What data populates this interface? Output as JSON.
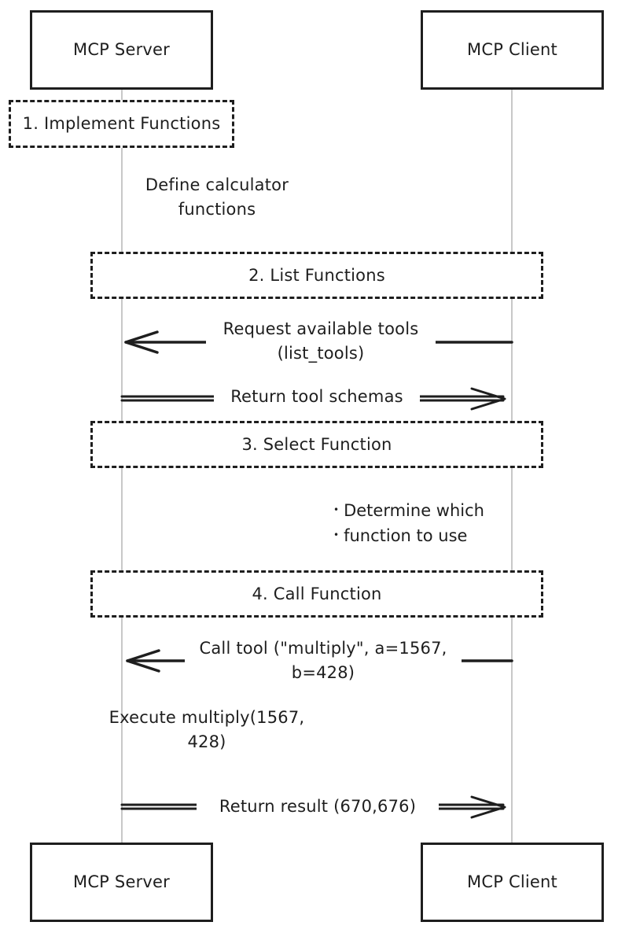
{
  "participants": {
    "server": "MCP Server",
    "client": "MCP Client"
  },
  "steps": {
    "implement": "1. Implement Functions",
    "list": "2. List Functions",
    "select": "3. Select Function",
    "call": "4. Call Function"
  },
  "notes": {
    "define": "Define calculator functions",
    "determine_lines": [
      "Determine which",
      "function to use"
    ],
    "execute": "Execute multiply(1567, 428)"
  },
  "messages": {
    "request_tools": "Request available tools (list_tools)",
    "return_schemas": "Return tool schemas",
    "call_tool": "Call tool (\"multiply\", a=1567, b=428)",
    "return_result": "Return result (670,676)"
  }
}
